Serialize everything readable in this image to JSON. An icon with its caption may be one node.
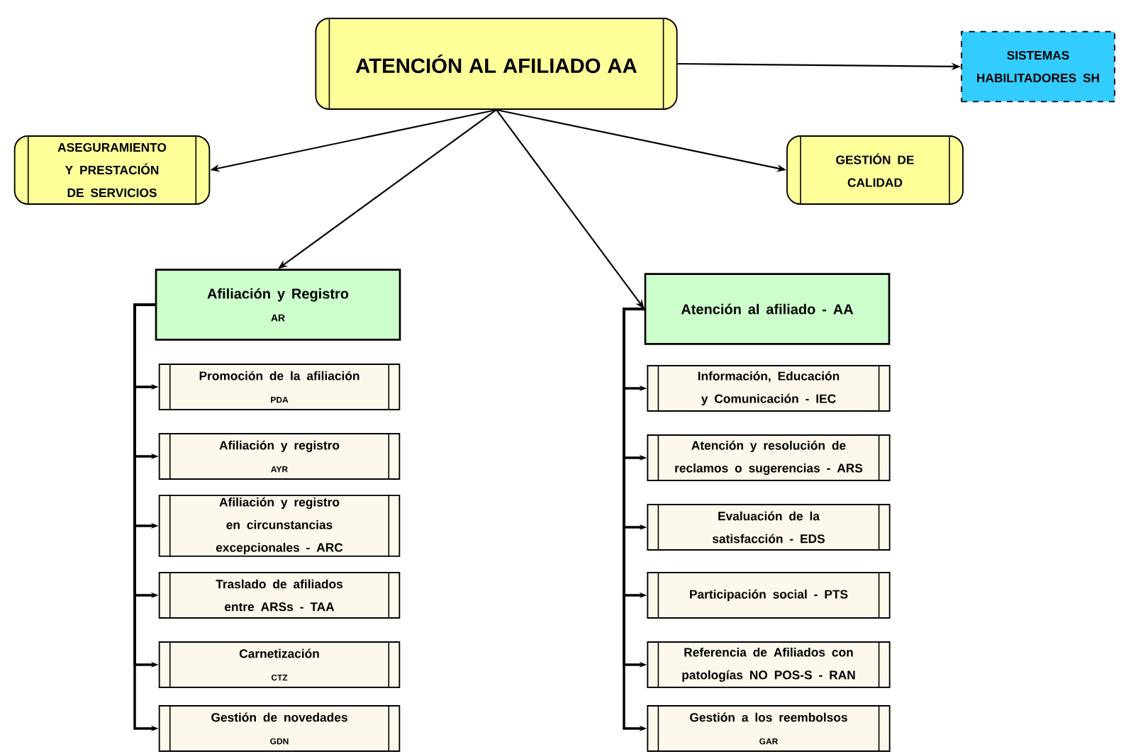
{
  "diagram": {
    "nodes": [
      {
        "text": [
          "ATENCIÓN AL AFILIADO AA"
        ]
      },
      {
        "text": [
          "SISTEMAS HABILITADORES SH"
        ]
      },
      {
        "text": [
          "ASEGURAMIENTO Y PRESTACIÓN DE SERVICIOS"
        ]
      },
      {
        "text": [
          "GESTIÓN DE CALIDAD"
        ]
      },
      {
        "text": [
          "Afiliación y Registro",
          "AR"
        ]
      },
      {
        "text": [
          "Atención al afiliado - AA"
        ]
      },
      {
        "text": [
          "Promoción de la afiliación",
          "PDA"
        ]
      },
      {
        "text": [
          "Afiliación y registro",
          "AYR"
        ]
      },
      {
        "text": [
          "Afiliación y registro en circunstancias excepcionales - ARC"
        ]
      },
      {
        "text": [
          "Traslado de afiliados entre ARSs - TAA"
        ]
      },
      {
        "text": [
          "Carnetización",
          "CTZ"
        ]
      },
      {
        "text": [
          "Gestión de novedades",
          "GDN"
        ]
      },
      {
        "text": [
          "Información, Educación y Comunicación - IEC"
        ]
      },
      {
        "text": [
          "Atención y resolución de reclamos o sugerencias - ARS"
        ]
      },
      {
        "text": [
          "Evaluación de la satisfacción - EDS"
        ]
      },
      {
        "text": [
          "Participación social - PTS"
        ]
      },
      {
        "text": [
          "Referencia de Afiliados con patologías NO POS-S - RAN"
        ]
      },
      {
        "text": [
          "Gestión a los reembolsos",
          "GAR"
        ]
      }
    ],
    "edges": [
      {
        "from": 0,
        "to": 1,
        "arrow": "to"
      },
      {
        "from": 0,
        "to": 2,
        "arrow": "to"
      },
      {
        "from": 0,
        "to": 3,
        "arrow": "to"
      },
      {
        "from": 0,
        "to": 4,
        "arrow": "to"
      },
      {
        "from": 0,
        "to": 5,
        "arrow": "to"
      },
      {
        "from": 4,
        "to": 6,
        "arrow": "to"
      },
      {
        "from": 4,
        "to": 7,
        "arrow": "to"
      },
      {
        "from": 4,
        "to": 8,
        "arrow": "to"
      },
      {
        "from": 4,
        "to": 9,
        "arrow": "to"
      },
      {
        "from": 4,
        "to": 10,
        "arrow": "to"
      },
      {
        "from": 4,
        "to": 11,
        "arrow": "to"
      },
      {
        "from": 5,
        "to": 12,
        "arrow": "to"
      },
      {
        "from": 5,
        "to": 13,
        "arrow": "to"
      },
      {
        "from": 5,
        "to": 14,
        "arrow": "to"
      },
      {
        "from": 5,
        "to": 15,
        "arrow": "to"
      },
      {
        "from": 5,
        "to": 16,
        "arrow": "to"
      },
      {
        "from": 5,
        "to": 17,
        "arrow": "to"
      }
    ]
  }
}
